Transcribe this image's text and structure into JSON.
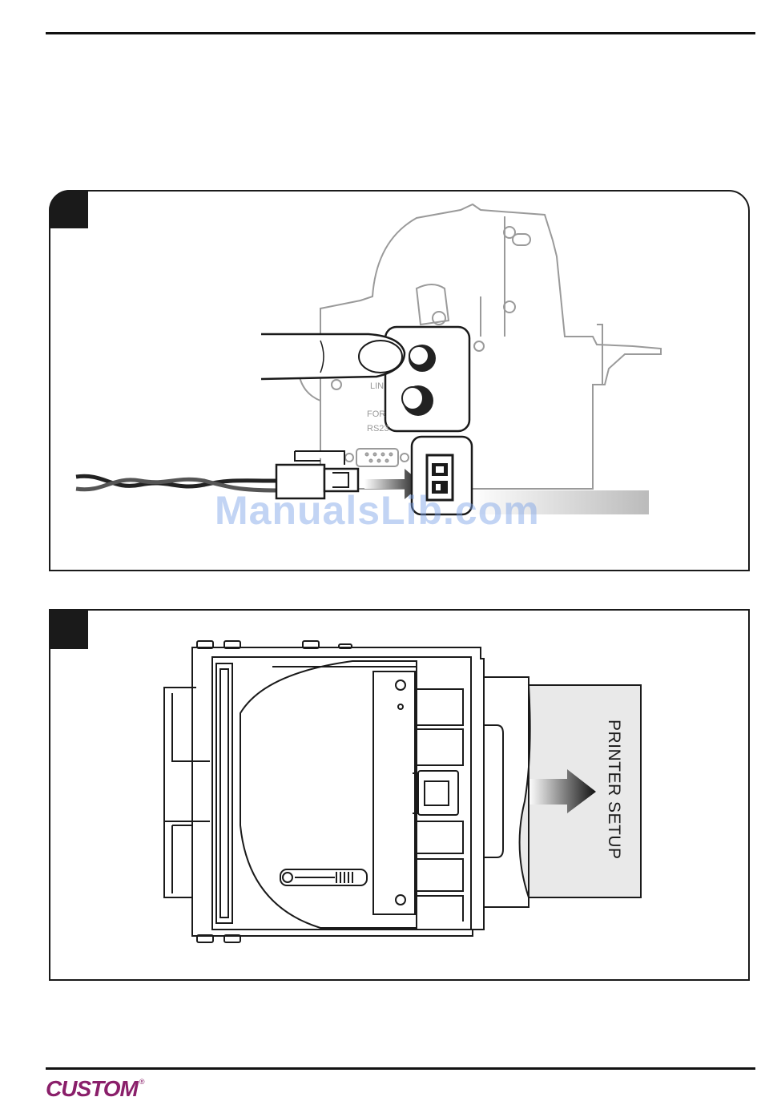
{
  "figure1": {
    "button_labels": [
      "LIN",
      "FOR",
      "RS23"
    ]
  },
  "figure2": {
    "paper_label": "PRINTER SETUP"
  },
  "watermark": "ManualsLib.com",
  "footer": {
    "brand": "CUSTOM",
    "registered": "®"
  }
}
